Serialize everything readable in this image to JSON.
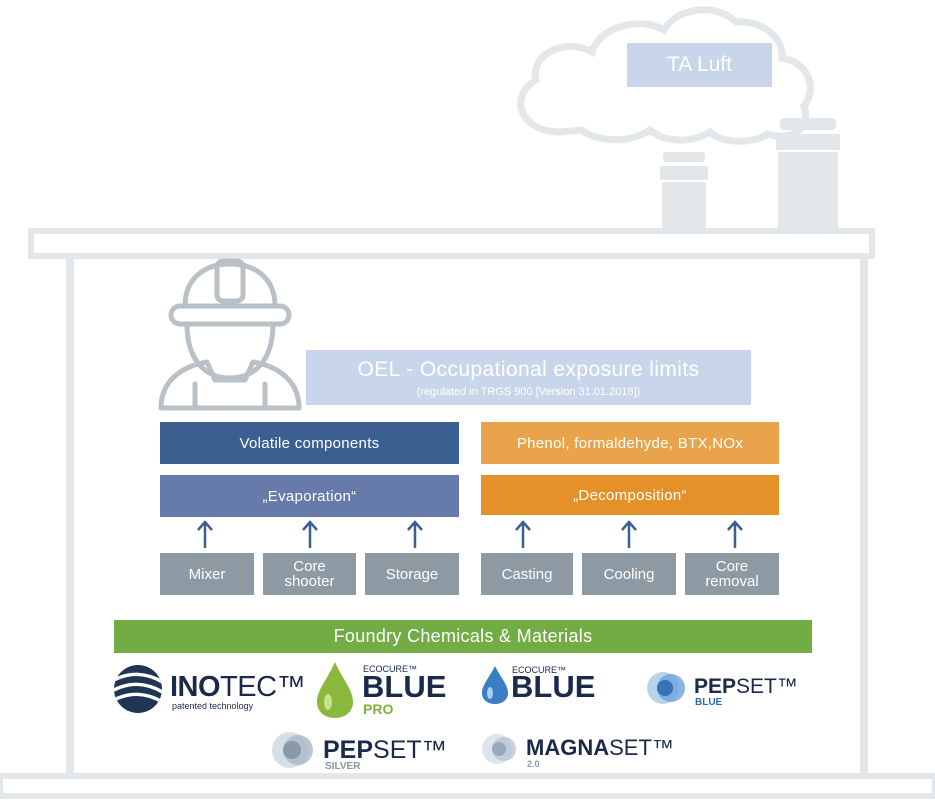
{
  "cloud": {
    "label": "TA Luft"
  },
  "oel": {
    "title": "OEL - Occupational exposure limits",
    "subtitle": "(regulated in TRGS 900 [Version 31.01.2018])"
  },
  "left": {
    "header": "Volatile components",
    "process": "„Evaporation“",
    "sources": [
      {
        "line1": "Mixer",
        "line2": ""
      },
      {
        "line1": "Core",
        "line2": "shooter"
      },
      {
        "line1": "Storage",
        "line2": ""
      }
    ]
  },
  "right": {
    "header": "Phenol, formaldehyde, BTX,NOx",
    "process": "„Decomposition“",
    "sources": [
      {
        "line1": "Casting",
        "line2": ""
      },
      {
        "line1": "Cooling",
        "line2": ""
      },
      {
        "line1": "Core",
        "line2": "removal"
      }
    ]
  },
  "foundation": {
    "label": "Foundry Chemicals & Materials"
  },
  "brands": {
    "inotec": {
      "name_bold": "INO",
      "name_rest": "TEC™",
      "tagline": "patented technology"
    },
    "ecocure_pro": {
      "super": "ECOCURE™",
      "name": "BLUE",
      "sub": "PRO"
    },
    "ecocure_blue": {
      "super": "ECOCURE™",
      "name": "BLUE"
    },
    "pepset_blue": {
      "name_bold": "PEP",
      "name_rest": "SET™",
      "sub": "BLUE"
    },
    "pepset_silver": {
      "name_bold": "PEP",
      "name_rest": "SET™",
      "sub": "SILVER"
    },
    "magnaset": {
      "name_bold": "MAGNA",
      "name_rest": "SET™",
      "sub": "2.0"
    }
  },
  "colors": {
    "building": "#e4e7ea",
    "dark_blue": "#3c5f92",
    "mid_blue": "#667ba9",
    "light_orange": "#e9a44b",
    "orange": "#e39128",
    "grey_box": "#8e9aa3",
    "green_bar": "#72ac45",
    "oel_box": "#c9d5ea"
  }
}
